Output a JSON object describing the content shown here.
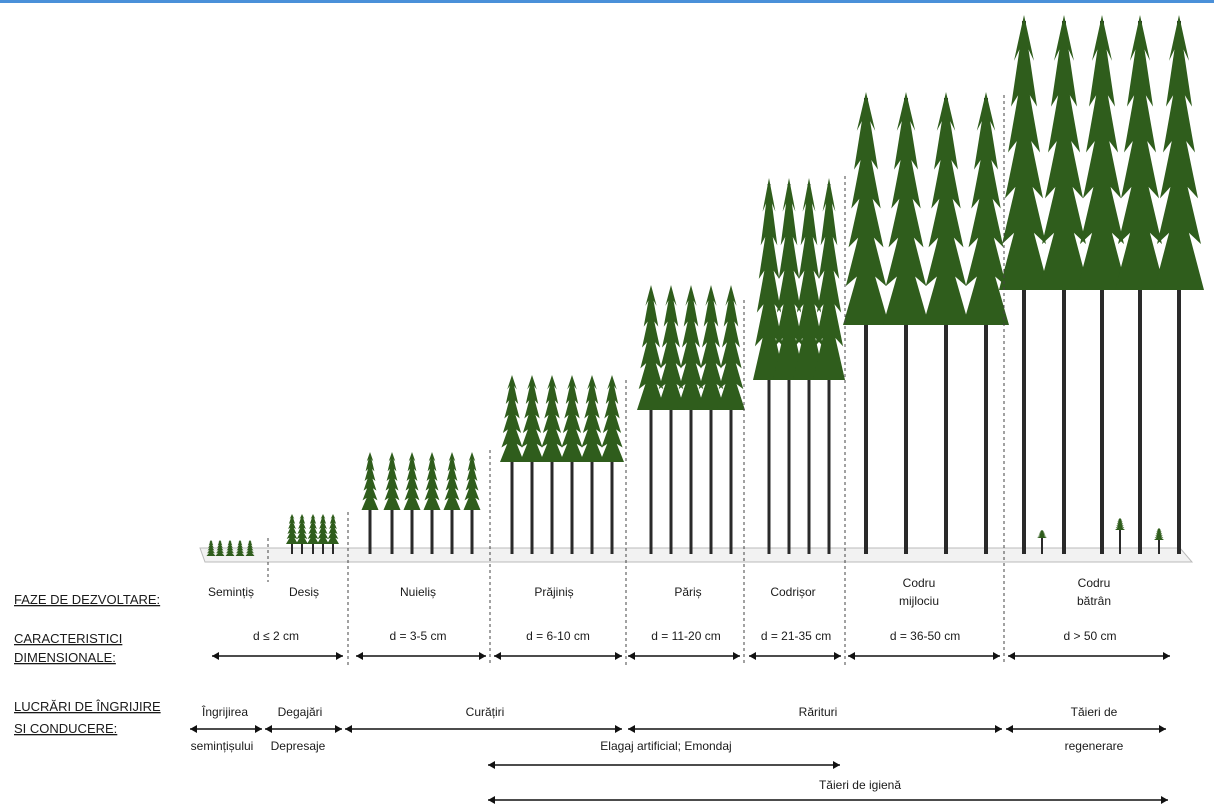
{
  "row_labels": {
    "phases": "FAZE DE DEZVOLTARE:",
    "dims_1": "CARACTERISTICI",
    "dims_2": "DIMENSIONALE:",
    "works_1": "LUCRĂRI DE ÎNGRIJIRE",
    "works_2": "SI CONDUCERE:"
  },
  "phases": [
    {
      "name": "Semințiș"
    },
    {
      "name": "Desiș"
    },
    {
      "name": "Nuieliș"
    },
    {
      "name": "Prăjiniș"
    },
    {
      "name": "Păriș"
    },
    {
      "name": "Codrișor"
    },
    {
      "name_1": "Codru",
      "name_2": "mijlociu"
    },
    {
      "name_1": "Codru",
      "name_2": "bătrân"
    }
  ],
  "dimensions": [
    "d ≤ 2 cm",
    "d = 3-5 cm",
    "d = 6-10 cm",
    "d = 11-20 cm",
    "d = 21-35 cm",
    "d = 36-50 cm",
    "d > 50 cm"
  ],
  "works": {
    "ingrijirea_1": "Îngrijirea",
    "ingrijirea_2": "semințișului",
    "degajari": "Degajări",
    "depresaje": "Depresaje",
    "curatiri": "Curățiri",
    "rarituri": "Rărituri",
    "taieri_regenerare_1": "Tăieri de",
    "taieri_regenerare_2": "regenerare",
    "elagaj": "Elagaj artificial; Emondaj",
    "taieri_igiena": "Tăieri de igienă"
  },
  "colors": {
    "foliage": "#2f5d1c",
    "trunk": "#2a2a2a",
    "accent": "#4a90d9"
  }
}
